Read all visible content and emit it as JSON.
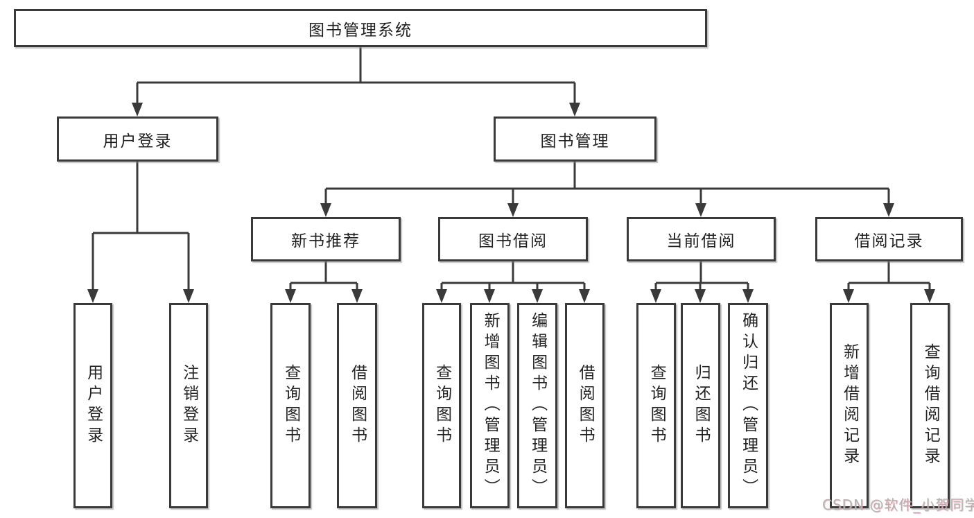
{
  "diagram": {
    "title": "图书管理系统",
    "nodes": {
      "root": "图书管理系统",
      "user_login": "用户登录",
      "book_mgmt": "图书管理",
      "new_book_rec": "新书推荐",
      "book_borrow": "图书借阅",
      "current_borrow": "当前借阅",
      "borrow_record": "借阅记录",
      "leaf_user_login": "用户登录",
      "leaf_logout": "注销登录",
      "leaf_rec_query_book": "查询图书",
      "leaf_rec_borrow_book": "借阅图书",
      "leaf_bb_query_book": "查询图书",
      "leaf_bb_add_book_admin": "新增图书（管理员）",
      "leaf_bb_edit_book_admin": "编辑图书（管理员）",
      "leaf_bb_borrow_book": "借阅图书",
      "leaf_cb_query_book": "查询图书",
      "leaf_cb_return_book": "归还图书",
      "leaf_cb_confirm_return_admin": "确认归还（管理员）",
      "leaf_br_add_record": "新增借阅记录",
      "leaf_br_query_record": "查询借阅记录"
    },
    "hierarchy": {
      "label": "图书管理系统",
      "children": [
        {
          "label": "用户登录",
          "children": [
            {
              "label": "用户登录"
            },
            {
              "label": "注销登录"
            }
          ]
        },
        {
          "label": "图书管理",
          "children": [
            {
              "label": "新书推荐",
              "children": [
                {
                  "label": "查询图书"
                },
                {
                  "label": "借阅图书"
                }
              ]
            },
            {
              "label": "图书借阅",
              "children": [
                {
                  "label": "查询图书"
                },
                {
                  "label": "新增图书（管理员）"
                },
                {
                  "label": "编辑图书（管理员）"
                },
                {
                  "label": "借阅图书"
                }
              ]
            },
            {
              "label": "当前借阅",
              "children": [
                {
                  "label": "查询图书"
                },
                {
                  "label": "归还图书"
                },
                {
                  "label": "确认归还（管理员）"
                }
              ]
            },
            {
              "label": "借阅记录",
              "children": [
                {
                  "label": "新增借阅记录"
                },
                {
                  "label": "查询借阅记录"
                }
              ]
            }
          ]
        }
      ]
    },
    "watermark": "CSDN @软件_小贺同学",
    "colors": {
      "line": "#3a3a3a",
      "box_border": "#3a3a3a",
      "box_background": "#ffffff",
      "text": "#242424",
      "watermark": "#b3b3b3"
    }
  }
}
